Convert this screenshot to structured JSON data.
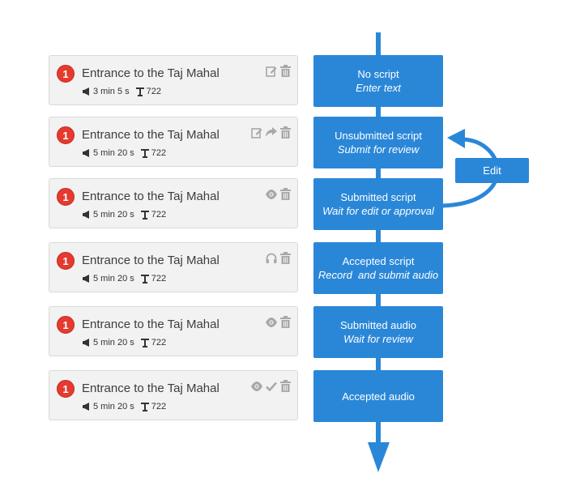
{
  "colors": {
    "accent": "#2a87d8",
    "badge": "#e53a2e",
    "card_bg": "#f3f2f2",
    "icon_gray": "#a8a8a8"
  },
  "rows": [
    {
      "badge": "1",
      "title": "Entrance to the Taj Mahal",
      "duration": "3 min 5 s",
      "words": "722",
      "icons": [
        "edit-icon",
        "trash-icon"
      ],
      "state": "No script",
      "action": "Enter text"
    },
    {
      "badge": "1",
      "title": "Entrance to the Taj Mahal",
      "duration": "5 min 20 s",
      "words": "722",
      "icons": [
        "edit-icon",
        "share-icon",
        "trash-icon"
      ],
      "state": "Unsubmitted script",
      "action": "Submit for review"
    },
    {
      "badge": "1",
      "title": "Entrance to the Taj Mahal",
      "duration": "5 min 20 s",
      "words": "722",
      "icons": [
        "eye-icon",
        "trash-icon"
      ],
      "state": "Submitted script",
      "action": "Wait for edit or approval"
    },
    {
      "badge": "1",
      "title": "Entrance to the Taj Mahal",
      "duration": "5 min 20 s",
      "words": "722",
      "icons": [
        "headphones-icon",
        "trash-icon"
      ],
      "state": "Accepted script",
      "action": "Record  and submit audio"
    },
    {
      "badge": "1",
      "title": "Entrance to the Taj Mahal",
      "duration": "5 min 20 s",
      "words": "722",
      "icons": [
        "eye-icon",
        "trash-icon"
      ],
      "state": "Submitted audio",
      "action": "Wait for review"
    },
    {
      "badge": "1",
      "title": "Entrance to the Taj Mahal",
      "duration": "5 min 20 s",
      "words": "722",
      "icons": [
        "eye-icon",
        "check-icon",
        "trash-icon"
      ],
      "state": "Accepted audio",
      "action": ""
    }
  ],
  "edit_label": "Edit"
}
